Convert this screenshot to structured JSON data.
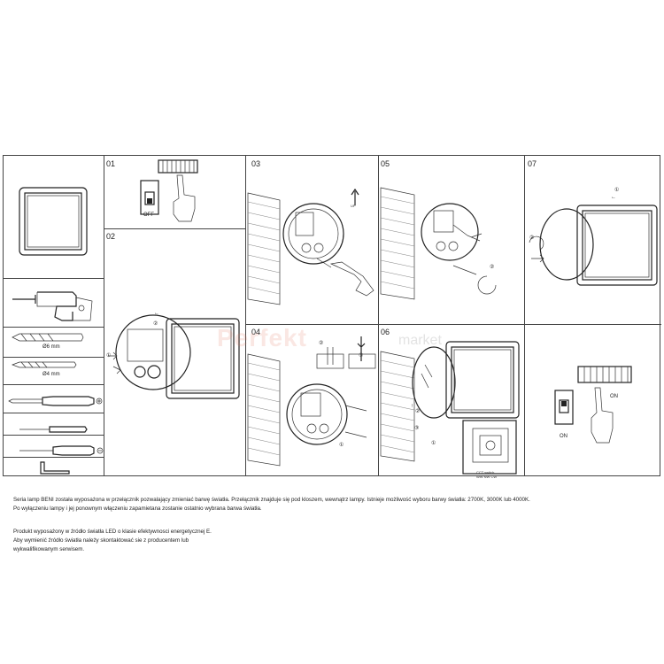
{
  "steps": {
    "s01": "01",
    "s02": "02",
    "s03": "03",
    "s04": "04",
    "s05": "05",
    "s06": "06",
    "s07": "07"
  },
  "labels": {
    "off": "OFF",
    "on": "ON",
    "on_small": "ON",
    "up": "UP",
    "drill6": "Ø6 mm",
    "drill4": "Ø4 mm",
    "cct": "CCT switch",
    "cct_values": "WW NW CW"
  },
  "markers": {
    "one": "①",
    "two": "②",
    "three": "③"
  },
  "watermark": {
    "brand": "Perfekt",
    "suffix": "market"
  },
  "text": {
    "p1_line1": "Seria lamp BENI została wyposażona w przełącznik pozwalający zmieniać barwę światła. Przełącznik znajduje się pod kloszem, wewnątrz lampy. Istnieje możliwość wyboru barwy światła: 2700K, 3000K lub 4000K.",
    "p1_line2": "Po wyłączeniu lampy i jej ponownym włączeniu zapamietana zostanie ostatnio wybrana barwa światła.",
    "p2_line1": "Produkt wyposażony w źródło światła LED o klasie efektywnosci energetycznej E.",
    "p2_line2": "Aby wymienić źródło światła należy skontaktować sie z producentem lub",
    "p2_line3": "wykwalifikowanym serwisem."
  },
  "colors": {
    "line": "#222222",
    "brick": "#888888",
    "watermark": "#e67864"
  }
}
